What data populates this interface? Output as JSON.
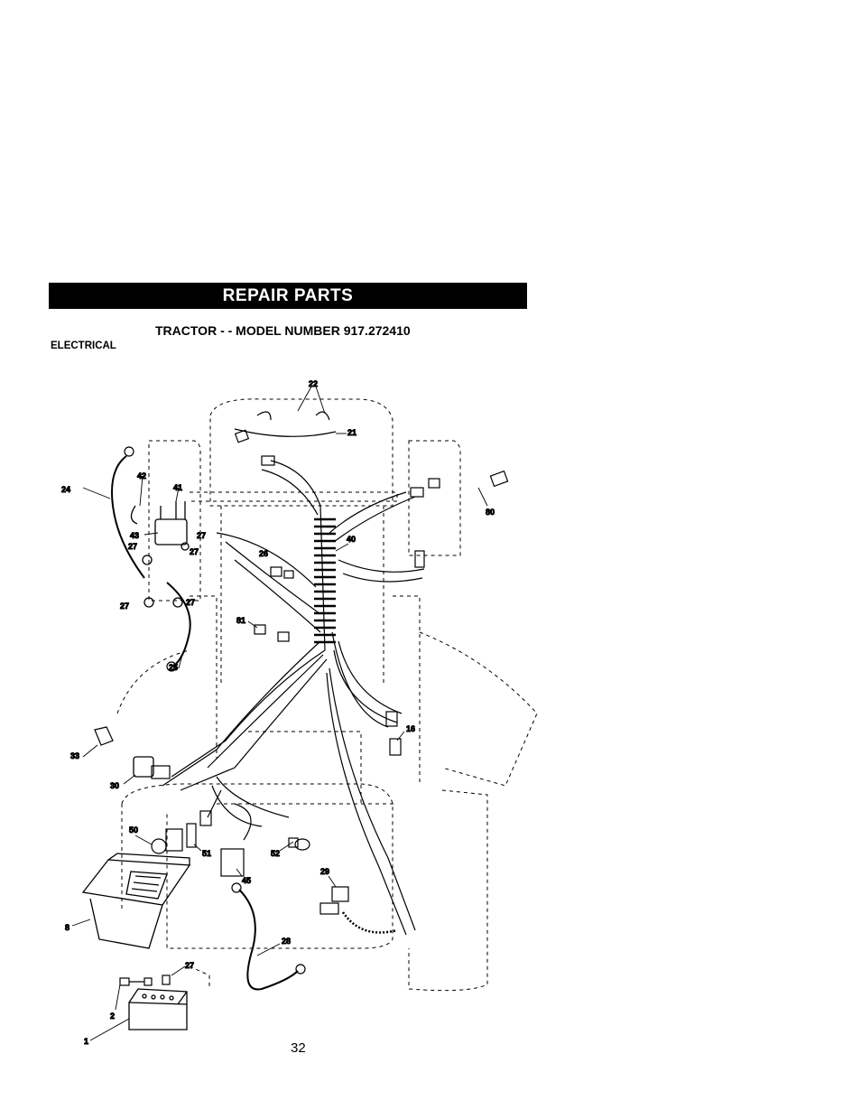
{
  "header": {
    "banner": "REPAIR PARTS",
    "subtitle": "TRACTOR - - MODEL NUMBER 917.272410",
    "section": "ELECTRICAL"
  },
  "callouts": {
    "c22": "22",
    "c21": "21",
    "c24": "24",
    "c42": "42",
    "c41": "41",
    "c43": "43",
    "c27a": "27",
    "c27b": "27",
    "c27c": "27",
    "c27d": "27",
    "c27e": "27",
    "c27f": "27",
    "c26": "26",
    "c40": "40",
    "c80": "80",
    "c81": "81",
    "c25": "25",
    "c16": "16",
    "c33": "33",
    "c30": "30",
    "c50": "50",
    "c51": "51",
    "c52": "52",
    "c45": "45",
    "c29": "29",
    "c8": "8",
    "c28": "28",
    "c2": "2",
    "c1": "1"
  },
  "footer": {
    "page_number": "32"
  }
}
